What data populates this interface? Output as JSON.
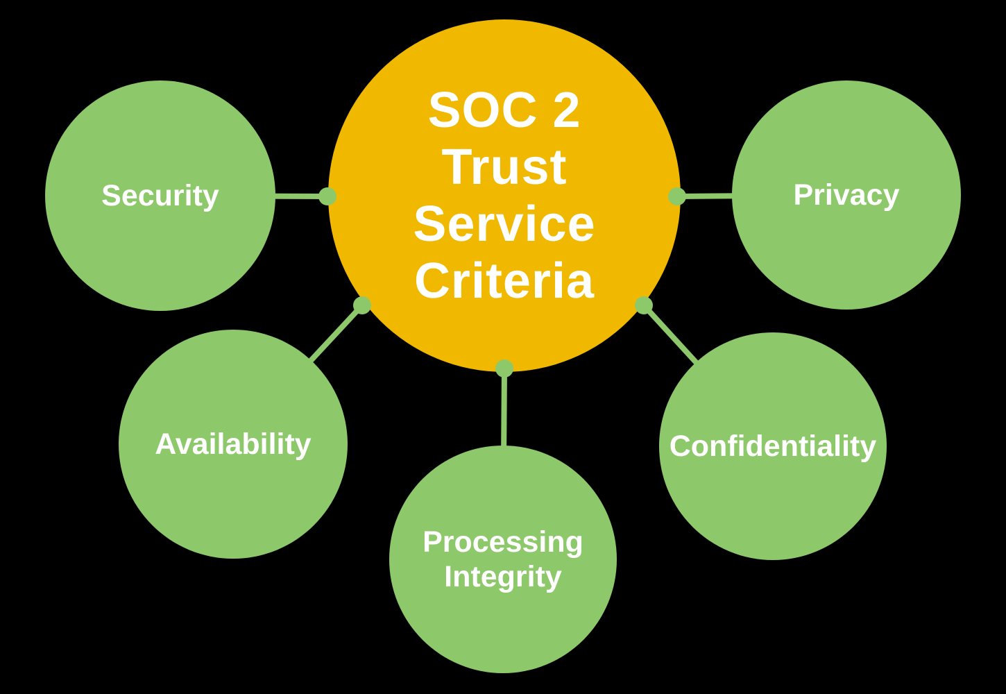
{
  "diagram": {
    "center": {
      "label": "SOC 2\nTrust\nService\nCriteria"
    },
    "nodes": [
      {
        "id": "security",
        "label": "Security"
      },
      {
        "id": "privacy",
        "label": "Privacy"
      },
      {
        "id": "availability",
        "label": "Availability"
      },
      {
        "id": "confidentiality",
        "label": "Confidentiality"
      },
      {
        "id": "processing-integrity",
        "label": "Processing\nIntegrity"
      }
    ],
    "colors": {
      "background": "#000000",
      "center_fill": "#F0B900",
      "node_fill": "#8DC86B",
      "connector": "#8DC86B",
      "text": "#FFFFFF"
    }
  }
}
